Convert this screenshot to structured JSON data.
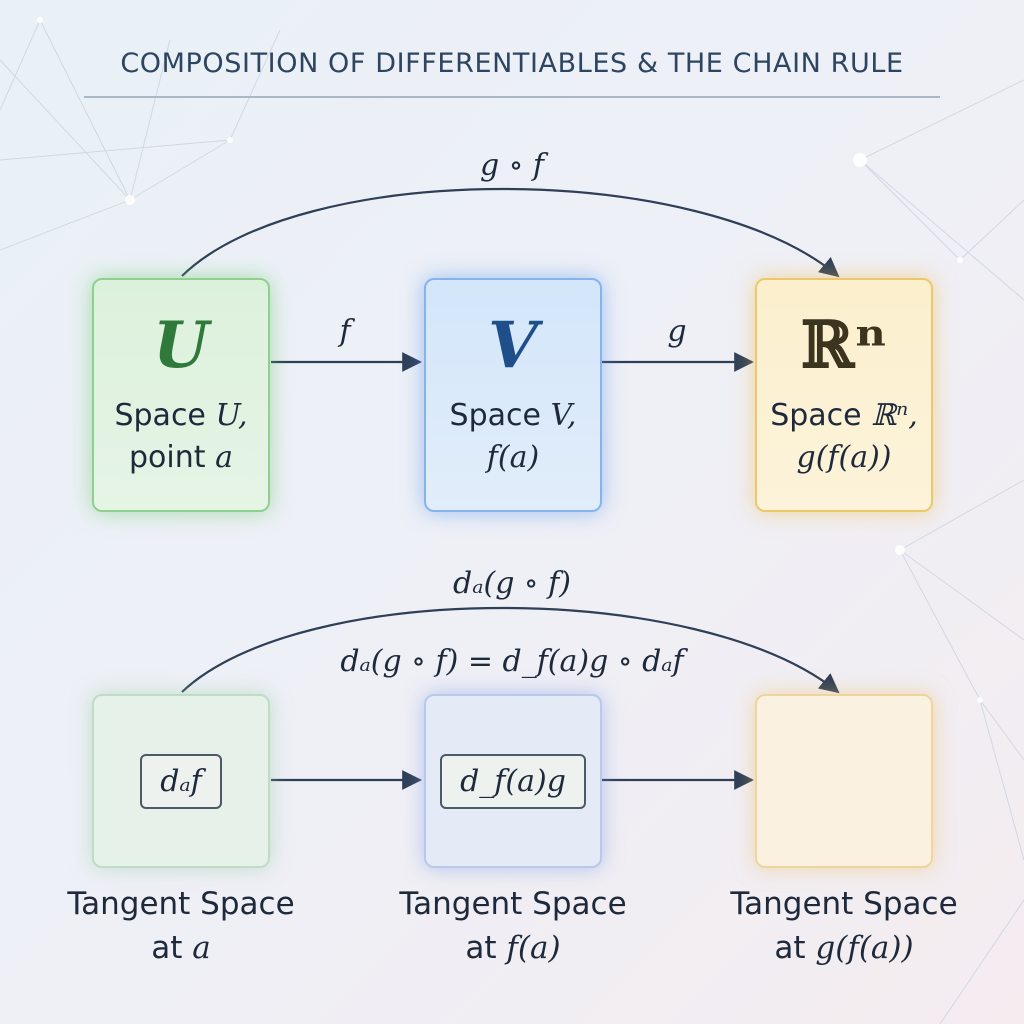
{
  "title": "COMPOSITION OF DIFFERENTIABLES & THE CHAIN RULE",
  "top_row": {
    "composition_arrow_label": "g ∘ f",
    "arrow_f_label": "f",
    "arrow_g_label": "g",
    "boxes": [
      {
        "symbol": "U",
        "line1_text": "Space ",
        "line1_math": "U,",
        "line2_text": "point ",
        "line2_math": "a",
        "color": "#2f7a3a"
      },
      {
        "symbol": "V",
        "line1_text": "Space ",
        "line1_math": "V,",
        "line2_text": "",
        "line2_math": "f(a)",
        "color": "#1f4f8a"
      },
      {
        "symbol": "ℝⁿ",
        "line1_text": "Space ",
        "line1_math": "ℝⁿ,",
        "line2_text": "",
        "line2_math": "g(f(a))",
        "color": "#3d3420"
      }
    ]
  },
  "bottom_row": {
    "composition_arrow_label": "dₐ(g ∘ f)",
    "chain_rule_formula": "dₐ(g ∘ f) = d_f(a)g ∘ dₐf",
    "boxes": [
      {
        "inner_label": "dₐf",
        "caption_line1": "Tangent Space",
        "caption_prefix": "at ",
        "caption_math": "a"
      },
      {
        "inner_label": "d_f(a)g",
        "caption_line1": "Tangent Space",
        "caption_prefix": "at ",
        "caption_math": "f(a)"
      },
      {
        "inner_label": "",
        "caption_line1": "Tangent Space",
        "caption_prefix": "at ",
        "caption_math": "g(f(a))"
      }
    ]
  },
  "colors": {
    "arrow": "#2e3f57",
    "green": "#8fd08f",
    "blue": "#86b4ea",
    "yellow": "#ecc86a"
  }
}
